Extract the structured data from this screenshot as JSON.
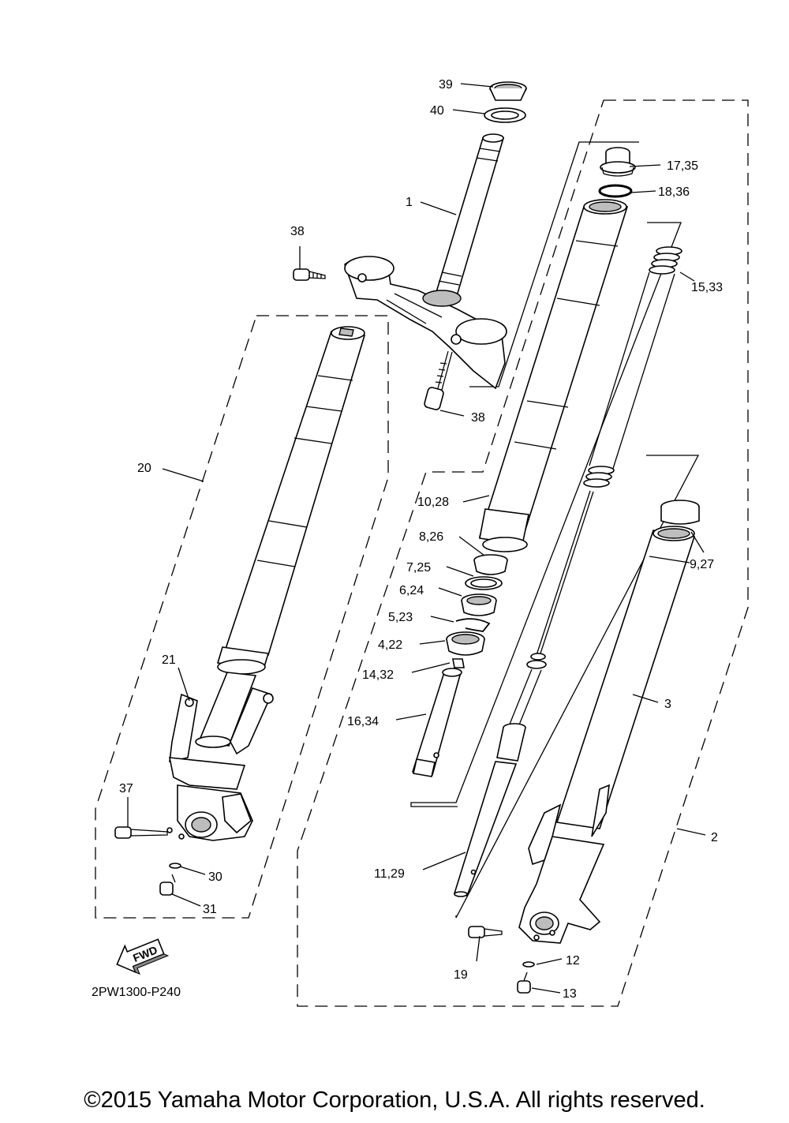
{
  "labels": {
    "p39": "39",
    "p40": "40",
    "p1": "1",
    "p38a": "38",
    "p38b": "38",
    "p17_35": "17,35",
    "p18_36": "18,36",
    "p15_33": "15,33",
    "p20": "20",
    "p10_28": "10,28",
    "p8_26": "8,26",
    "p9_27": "9,27",
    "p7_25": "7,25",
    "p6_24": "6,24",
    "p5_23": "5,23",
    "p4_22": "4,22",
    "p14_32": "14,32",
    "p16_34": "16,34",
    "p21": "21",
    "p3": "3",
    "p37": "37",
    "p2": "2",
    "p30": "30",
    "p31": "31",
    "p11_29": "11,29",
    "p12": "12",
    "p19": "19",
    "p13": "13"
  },
  "fwd_arrow": "FWD",
  "diagram_code": "2PW1300-P240",
  "copyright": "©2015 Yamaha Motor Corporation, U.S.A. All rights reserved."
}
